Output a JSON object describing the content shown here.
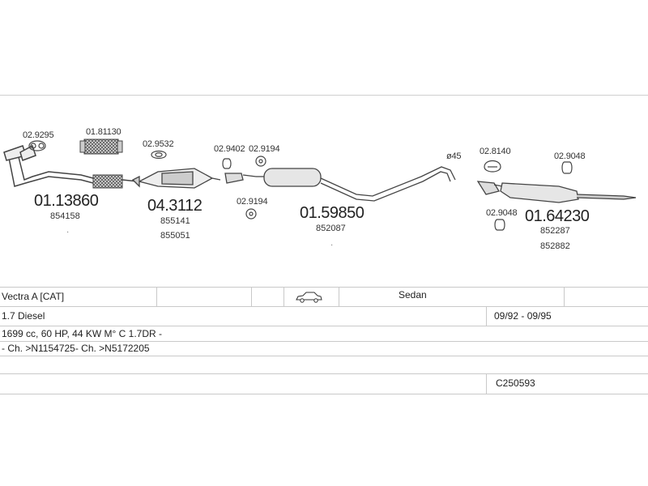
{
  "parts": {
    "p1": {
      "ref": "01.13860",
      "codes": [
        "854158"
      ],
      "fitting": "02.9295"
    },
    "p2": {
      "ref": "01.81130"
    },
    "p3": {
      "ref": "04.3112",
      "codes": [
        "855141",
        "855051"
      ],
      "fitting": "02.9532"
    },
    "p4": {
      "fitting_a": "02.9402",
      "fitting_b": "02.9194",
      "fitting_c": "02.9194"
    },
    "p5": {
      "ref": "01.59850",
      "codes": [
        "852087"
      ]
    },
    "p6": {
      "pipe_diameter": "ø45"
    },
    "p7": {
      "ref": "01.64230",
      "codes": [
        "852287",
        "852882"
      ],
      "fitting_a": "02.8140",
      "fitting_b": "02.9048",
      "fitting_c": "02.9048"
    }
  },
  "info": {
    "model": "Vectra A  [CAT]",
    "body_icon": "sedan-car-icon",
    "body_type": "Sedan",
    "engine": "1.7 Diesel",
    "years": "09/92 - 09/95",
    "specs": "1699 cc, 60 HP, 44 KW M° C 1.7DR -",
    "chassis": "- Ch. >N1154725- Ch. >N5172205",
    "catalog_code": "C250593"
  }
}
